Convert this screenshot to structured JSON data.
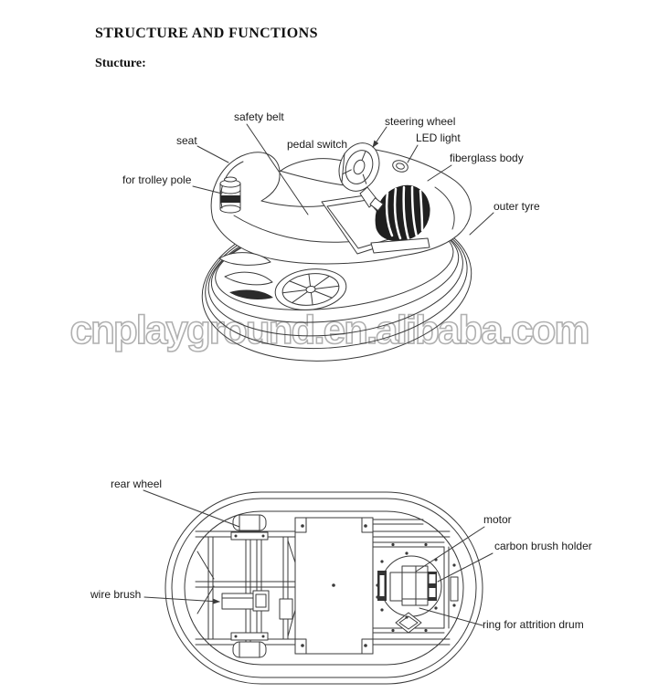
{
  "page": {
    "title": "STRUCTURE AND FUNCTIONS",
    "subtitle": "Stucture:",
    "watermark": "cnplayground.en.alibaba.com"
  },
  "colors": {
    "line": "#3a3a3a",
    "watermark_outline": "#b0b0b0",
    "label_text": "#1a1a1a",
    "paper": "#ffffff"
  },
  "top_diagram": {
    "description": "bumper car exterior structure (perspective line drawing)",
    "labels": [
      {
        "text": "safety belt"
      },
      {
        "text": "steering wheel"
      },
      {
        "text": "seat"
      },
      {
        "text": "pedal switch"
      },
      {
        "text": "LED light"
      },
      {
        "text": "fiberglass body"
      },
      {
        "text": "for trolley pole"
      },
      {
        "text": "outer tyre"
      }
    ]
  },
  "bottom_diagram": {
    "description": "bumper car chassis underside (line drawing)",
    "labels": [
      {
        "text": "rear wheel"
      },
      {
        "text": "motor"
      },
      {
        "text": "carbon brush holder"
      },
      {
        "text": "wire brush"
      },
      {
        "text": "ring for attrition drum"
      }
    ]
  }
}
